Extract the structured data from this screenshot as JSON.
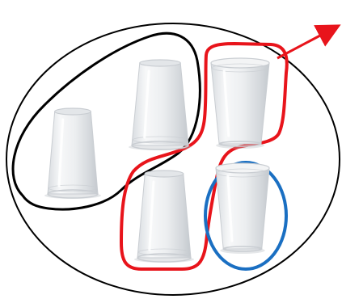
{
  "colors": {
    "outer_ellipse": "#000000",
    "black_group": "#000000",
    "red_group": "#e8141b",
    "blue_group": "#1a6fc2",
    "arrow": "#e8141b",
    "cup_fill": "#eef0f2",
    "cup_stroke": "#c9cdd2",
    "cup_shadow": "#b5bac0",
    "cup_highlight": "#ffffff"
  },
  "cups": [
    {
      "name": "cup-upside-down-left",
      "orientation": "upside-down"
    },
    {
      "name": "cup-upside-down-top-center",
      "orientation": "upside-down"
    },
    {
      "name": "cup-upright-top-right",
      "orientation": "upright"
    },
    {
      "name": "cup-upside-down-bottom-center",
      "orientation": "upside-down"
    },
    {
      "name": "cup-upright-bottom-right",
      "orientation": "upright"
    }
  ],
  "groups": [
    {
      "name": "black-outline-group",
      "color_key": "black_group",
      "members": [
        "cup-upside-down-left",
        "cup-upside-down-top-center"
      ]
    },
    {
      "name": "red-outline-group",
      "color_key": "red_group",
      "members": [
        "cup-upright-top-right",
        "cup-upside-down-bottom-center"
      ]
    },
    {
      "name": "blue-outline-group",
      "color_key": "blue_group",
      "members": [
        "cup-upright-bottom-right"
      ]
    }
  ],
  "arrow": {
    "direction": "up-right",
    "color_key": "arrow"
  }
}
